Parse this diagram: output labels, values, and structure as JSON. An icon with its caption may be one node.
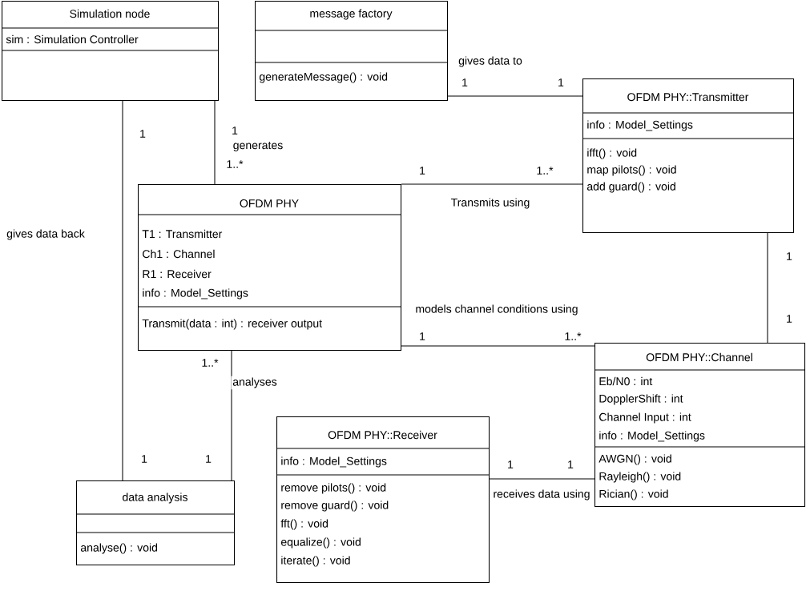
{
  "diagram": {
    "nodes": [
      {
        "text": [
          "Simulation node",
          "sim : Simulation Controller"
        ]
      },
      {
        "text": [
          "message factory",
          "generateMessage() : void"
        ]
      },
      {
        "text": [
          "OFDM PHY::Transmitter",
          "info : Model_Settings",
          "ifft() : void",
          "map pilots() : void",
          "add guard() : void"
        ]
      },
      {
        "text": [
          "OFDM PHY",
          "T1 : Transmitter",
          "Ch1 : Channel",
          "R1 : Receiver",
          "info : Model_Settings",
          "Transmit(data : int) : receiver output"
        ]
      },
      {
        "text": [
          "OFDM PHY::Channel",
          "Eb/N0 : int",
          "DopplerShift : int",
          "Channel Input : int",
          "info : Model_Settings",
          "AWGN() : void",
          "Rayleigh() : void",
          "Rician() : void"
        ]
      },
      {
        "text": [
          "OFDM PHY::Receiver",
          "info : Model_Settings",
          "remove pilots() : void",
          "remove guard() : void",
          "fft() : void",
          "equalize() : void",
          "iterate() : void"
        ]
      },
      {
        "text": [
          "data analysis",
          "analyse() : void"
        ]
      }
    ],
    "edges": [
      {
        "from": 1,
        "to": 2,
        "arrow": "none",
        "label": "gives data to"
      },
      {
        "from": 0,
        "to": 3,
        "arrow": "none",
        "label": "generates"
      },
      {
        "from": 3,
        "to": 2,
        "arrow": "none",
        "label": "Transmits using"
      },
      {
        "from": 0,
        "to": 6,
        "arrow": "none",
        "label": "gives data back"
      },
      {
        "from": 2,
        "to": 4,
        "arrow": "none"
      },
      {
        "from": 3,
        "to": 4,
        "arrow": "none",
        "label": "models channel conditions using"
      },
      {
        "from": 3,
        "to": 6,
        "arrow": "none",
        "label": "analyses"
      },
      {
        "from": 5,
        "to": 4,
        "arrow": "none",
        "label": "receives data using"
      }
    ],
    "labels": [
      "1",
      "1",
      "1",
      "1",
      "1..*",
      "1",
      "1..*",
      "1",
      "1",
      "1",
      "1..*",
      "1..*",
      "1",
      "1",
      "1",
      "1"
    ]
  }
}
